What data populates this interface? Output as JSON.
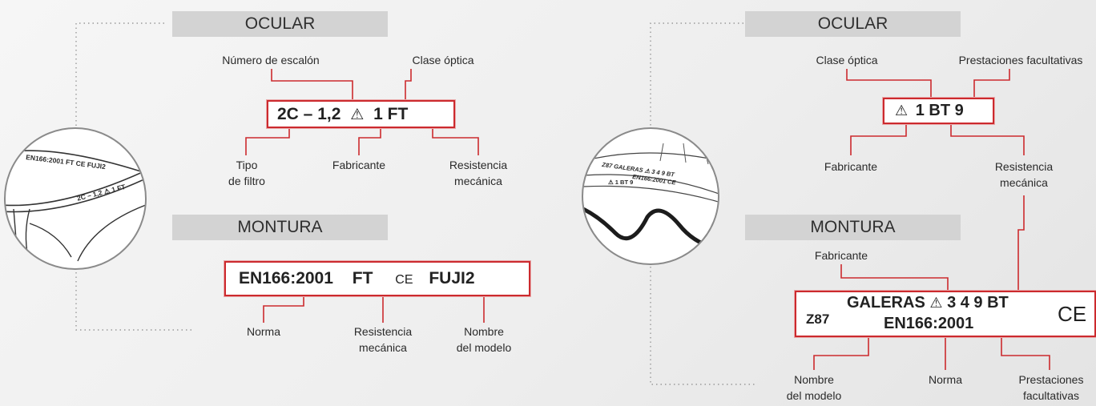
{
  "left": {
    "ocular": {
      "header": "OCULAR",
      "marking": {
        "part1": "2C – 1,2",
        "symbol": "⚠",
        "part2": "1 FT"
      },
      "top_labels": {
        "step": "Número de escalón",
        "optical_class": "Clase óptica"
      },
      "bottom_labels": {
        "filter_type": "Tipo\nde filtro",
        "maker": "Fabricante",
        "mechanical": "Resistencia\nmecánica"
      }
    },
    "montura": {
      "header": "MONTURA",
      "marking": {
        "norm": "EN166:2001",
        "ft": "FT",
        "ce": "CE",
        "model": "FUJI2"
      },
      "bottom_labels": {
        "norm": "Norma",
        "mechanical": "Resistencia\nmecánica",
        "model": "Nombre\ndel modelo"
      }
    },
    "lens_text": {
      "line1": "EN166:2001  FT  CE  FUJI2",
      "line2": "2C – 1,2 ⚠ 1 FT"
    }
  },
  "right": {
    "ocular": {
      "header": "OCULAR",
      "marking": {
        "symbol": "⚠",
        "text": "1 BT 9"
      },
      "top_labels": {
        "optical_class": "Clase óptica",
        "optional": "Prestaciones facultativas"
      },
      "bottom_labels": {
        "maker": "Fabricante",
        "mechanical": "Resistencia\nmecánica"
      }
    },
    "montura": {
      "header": "MONTURA",
      "top_label": "Fabricante",
      "marking": {
        "z87": "Z87",
        "line1_a": "GALERAS",
        "symbol": "⚠",
        "line1_b": "3 4 9 BT",
        "line2": "EN166:2001",
        "ce": "CE"
      },
      "bottom_labels": {
        "model": "Nombre\ndel modelo",
        "norm": "Norma",
        "optional": "Prestaciones\nfacultativas"
      }
    },
    "lens_text": {
      "line1": "Z87  GALERAS ⚠ 3 4 9 BT",
      "line2": "EN166:2001  CE",
      "line3": "⚠ 1 BT 9"
    }
  },
  "colors": {
    "accent": "#cc2a2e",
    "header_bg": "#d3d3d3",
    "text": "#2a2a2a"
  }
}
